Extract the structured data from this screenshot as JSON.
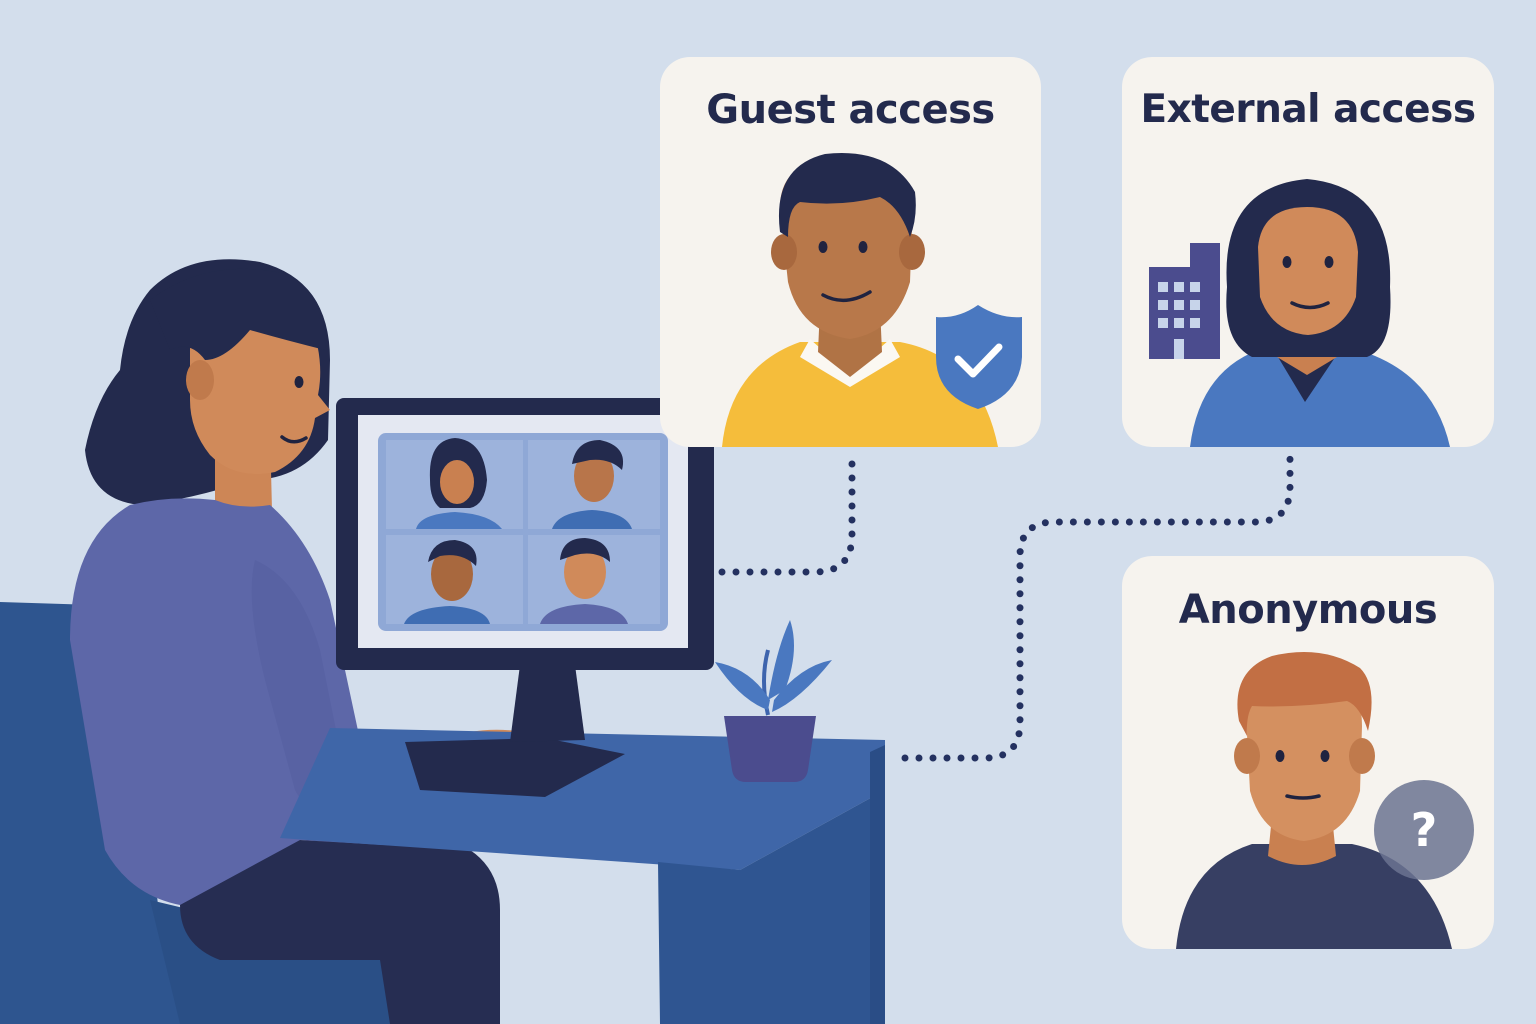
{
  "cards": {
    "guest": {
      "title": "Guest access",
      "icon": "shield-check-icon"
    },
    "external": {
      "title": "External access",
      "icon": "building-icon"
    },
    "anonymous": {
      "title": "Anonymous",
      "icon": "question-mark-icon",
      "badge": "?"
    }
  },
  "colors": {
    "background": "#d3deec",
    "card": "#f6f3ee",
    "title_text": "#232a4d",
    "connector": "#243160",
    "shield": "#4a78c0",
    "desk": "#3f66a8",
    "chair": "#2e558f"
  }
}
